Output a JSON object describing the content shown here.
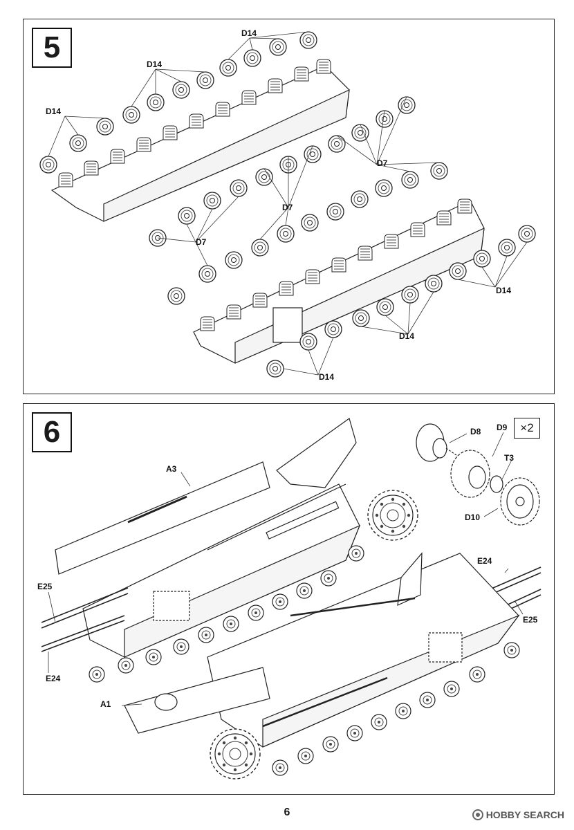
{
  "page_number": "6",
  "watermark": "HOBBY SEARCH",
  "step5": {
    "number": "5",
    "labels": {
      "d14_a": "D14",
      "d14_b": "D14",
      "d14_c": "D14",
      "d7_a": "D7",
      "d7_b": "D7",
      "d7_c": "D7",
      "d14_d": "D14",
      "d14_e": "D14",
      "d14_f": "D14"
    }
  },
  "step6": {
    "number": "6",
    "multiplier": "×2",
    "labels": {
      "a3": "A3",
      "a1": "A1",
      "e25_left": "E25",
      "e24_left": "E24",
      "e24_right": "E24",
      "e25_right": "E25",
      "d8": "D8",
      "d9": "D9",
      "t3": "T3",
      "d10": "D10"
    }
  }
}
